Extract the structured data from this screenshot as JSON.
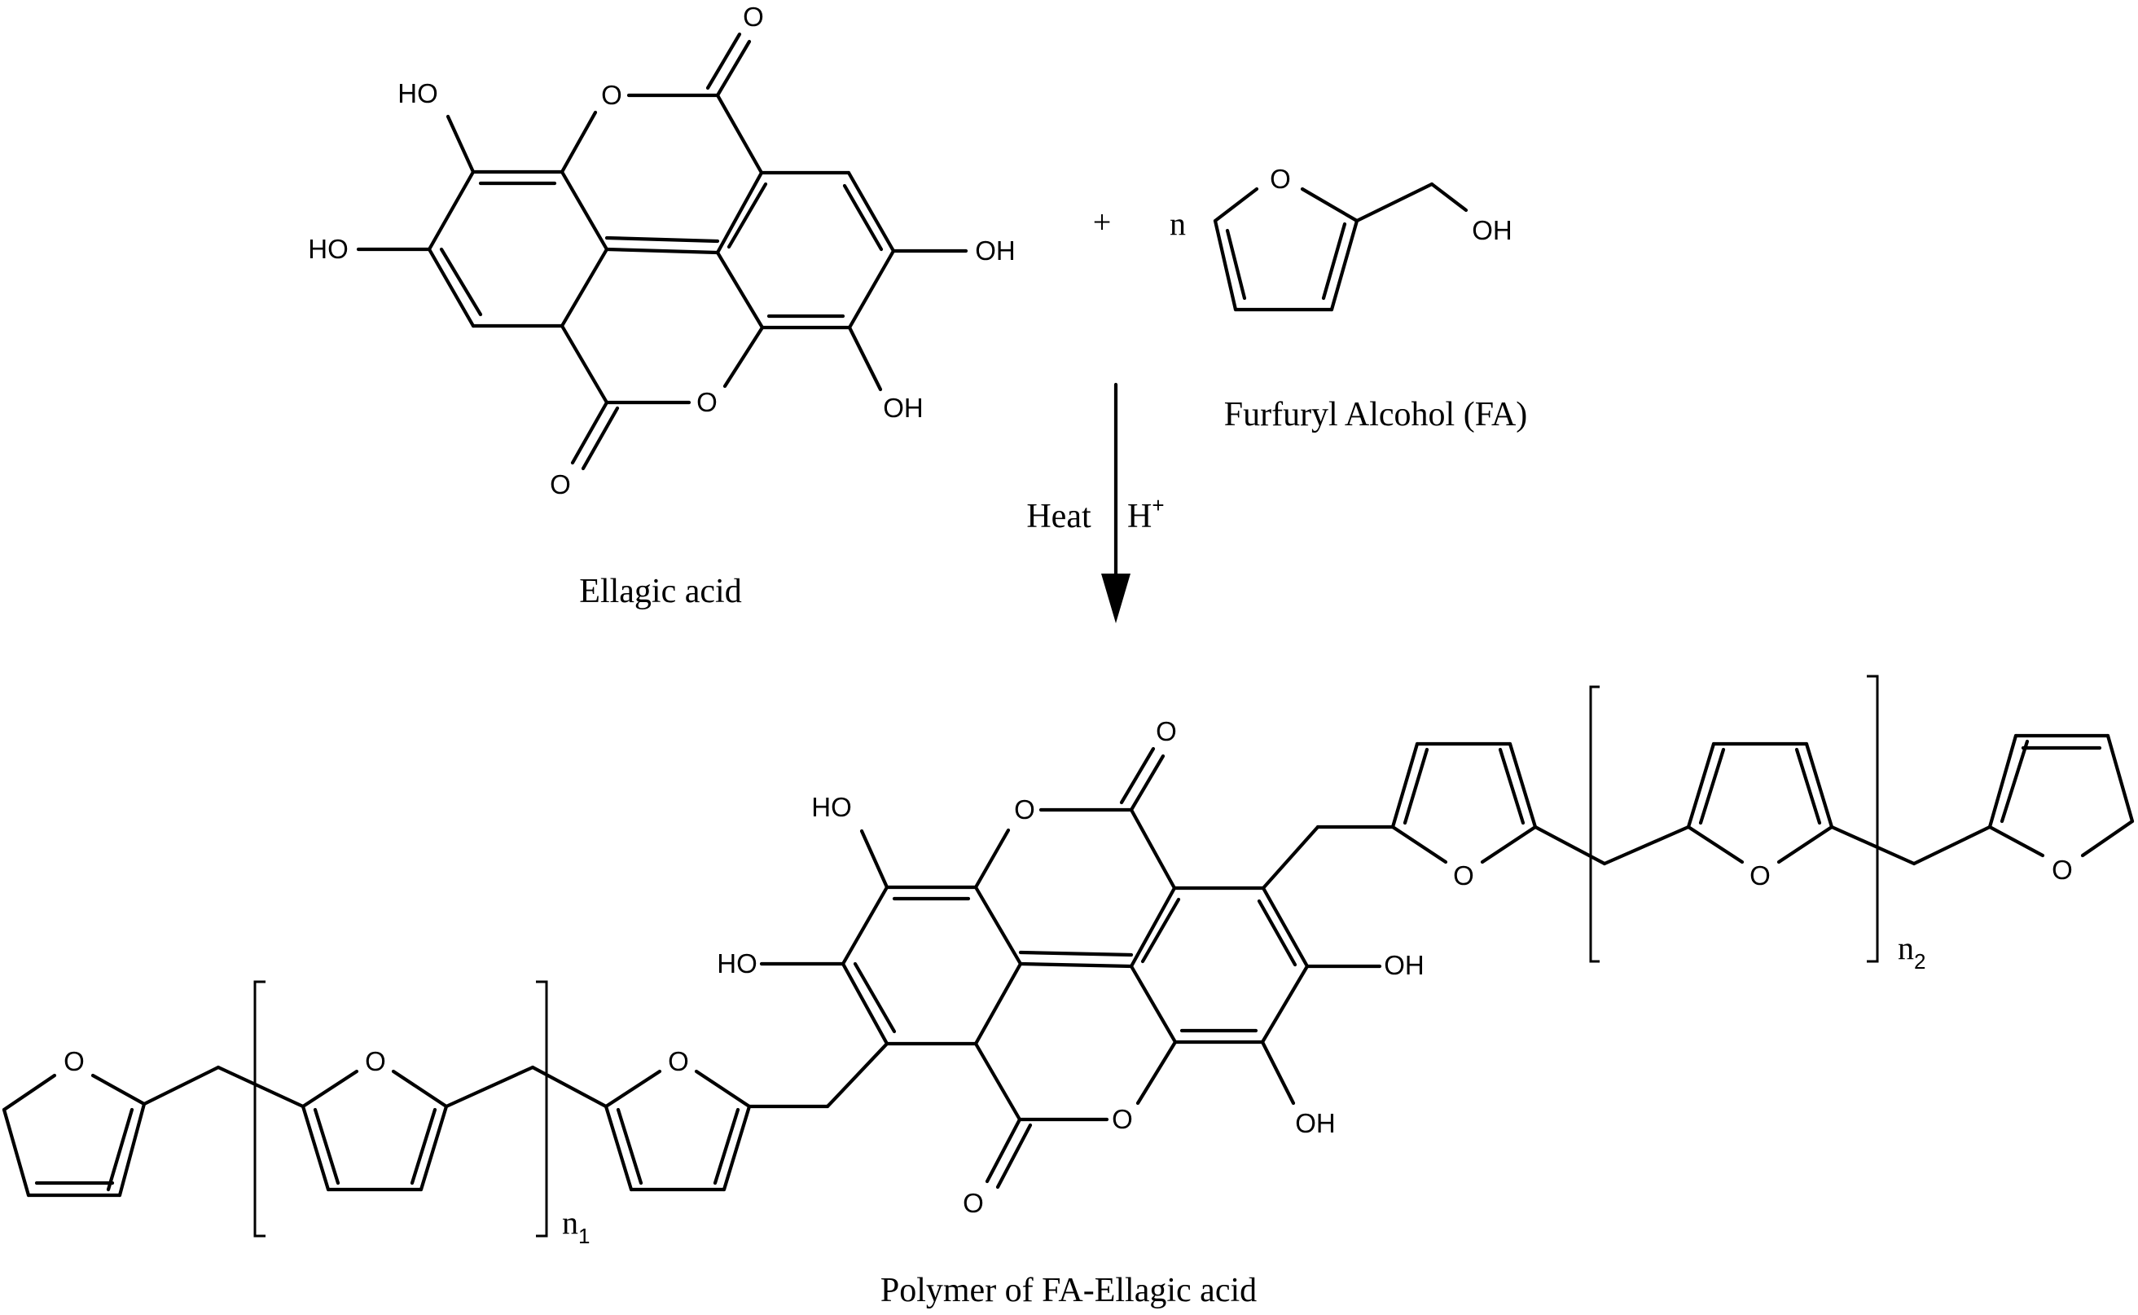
{
  "atoms": {
    "O": "O",
    "OH": "OH",
    "HO": "HO",
    "H": "H"
  },
  "labels": {
    "ellagic_acid": "Ellagic acid",
    "furfuryl_alcohol": "Furfuryl Alcohol (FA)",
    "polymer": "Polymer of FA-Ellagic acid",
    "plus": "+",
    "n": "n",
    "heat": "Heat",
    "acid": "H",
    "acid_superscript": "+",
    "n1": "n",
    "n1_subscript": "1",
    "n2": "n",
    "n2_subscript": "2"
  },
  "colors": {
    "ink": "#000000",
    "background": "#ffffff"
  }
}
